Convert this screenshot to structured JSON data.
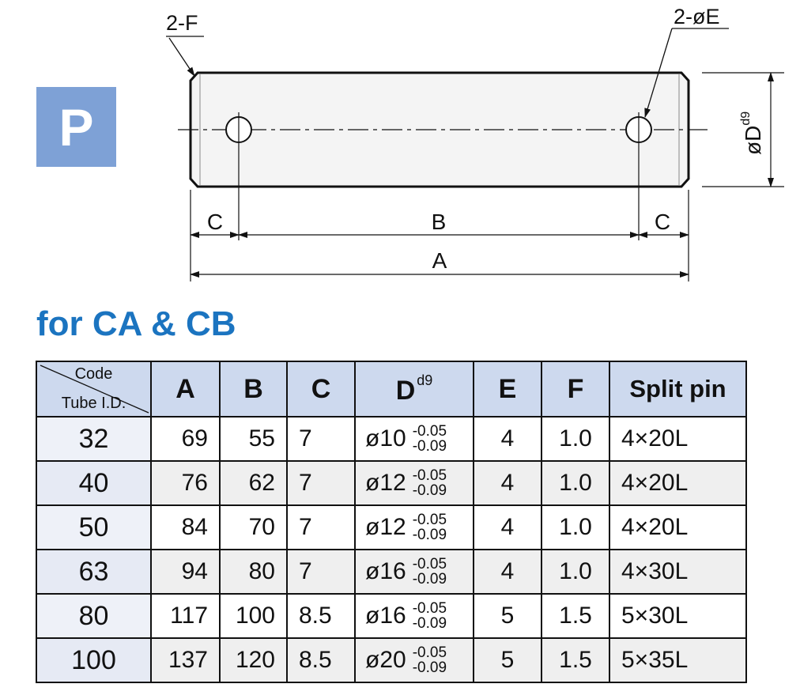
{
  "badge": "P",
  "drawing": {
    "chamfer_label": "2-F",
    "hole_label": "2-øE",
    "dia_label": "øD",
    "dia_sup": "d9",
    "dim_c_left": "C",
    "dim_b": "B",
    "dim_c_right": "C",
    "dim_a": "A"
  },
  "heading": "for CA & CB",
  "table": {
    "code_top": "Code",
    "code_bottom": "Tube I.D.",
    "headers": [
      "A",
      "B",
      "C",
      "D",
      "E",
      "F",
      "Split pin"
    ],
    "d_sup": "d9",
    "rows": [
      {
        "id": "32",
        "a": "69",
        "b": "55",
        "c": "7",
        "d": "ø10",
        "tol_hi": "-0.05",
        "tol_lo": "-0.09",
        "e": "4",
        "f": "1.0",
        "pin": "4×20L"
      },
      {
        "id": "40",
        "a": "76",
        "b": "62",
        "c": "7",
        "d": "ø12",
        "tol_hi": "-0.05",
        "tol_lo": "-0.09",
        "e": "4",
        "f": "1.0",
        "pin": "4×20L"
      },
      {
        "id": "50",
        "a": "84",
        "b": "70",
        "c": "7",
        "d": "ø12",
        "tol_hi": "-0.05",
        "tol_lo": "-0.09",
        "e": "4",
        "f": "1.0",
        "pin": "4×20L"
      },
      {
        "id": "63",
        "a": "94",
        "b": "80",
        "c": "7",
        "d": "ø16",
        "tol_hi": "-0.05",
        "tol_lo": "-0.09",
        "e": "4",
        "f": "1.0",
        "pin": "4×30L"
      },
      {
        "id": "80",
        "a": "117",
        "b": "100",
        "c": "8.5",
        "d": "ø16",
        "tol_hi": "-0.05",
        "tol_lo": "-0.09",
        "e": "5",
        "f": "1.5",
        "pin": "5×30L"
      },
      {
        "id": "100",
        "a": "137",
        "b": "120",
        "c": "8.5",
        "d": "ø20",
        "tol_hi": "-0.05",
        "tol_lo": "-0.09",
        "e": "5",
        "f": "1.5",
        "pin": "5×35L"
      }
    ]
  }
}
